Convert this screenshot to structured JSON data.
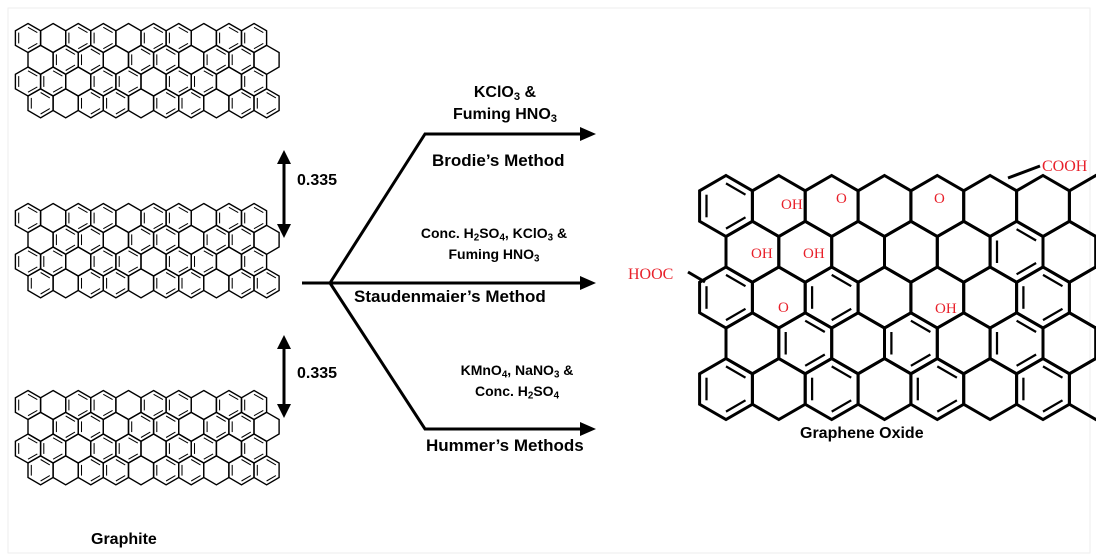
{
  "graphite": {
    "caption": "Graphite",
    "interlayer_distance_1": "0.335",
    "interlayer_distance_2": "0.335"
  },
  "methods": [
    {
      "name": "Brodie’s Method",
      "reagent_line1": [
        "KClO",
        "3",
        " &"
      ],
      "reagent_line2": [
        "Fuming HNO",
        "3",
        ""
      ]
    },
    {
      "name": "Staudenmaier’s Method",
      "reagent_line1": [
        "Conc. H",
        "2",
        "SO",
        "4",
        ", KClO",
        "3",
        " &"
      ],
      "reagent_line2": [
        "Fuming HNO",
        "3",
        ""
      ]
    },
    {
      "name": "Hummer’s Methods",
      "reagent_line1": [
        "KMnO",
        "4",
        ", NaNO",
        "3",
        " &"
      ],
      "reagent_line2": [
        "Conc. H",
        "2",
        "SO",
        "4",
        ""
      ]
    }
  ],
  "graphene_oxide": {
    "caption": "Graphene Oxide",
    "groups": {
      "cooh": "COOH",
      "hooc": "HOOC",
      "oh": "OH",
      "epoxy": "O"
    },
    "group_color": "#e8202a"
  },
  "colors": {
    "ink": "#000000",
    "background": "#ffffff",
    "functional_group": "#e8202a"
  }
}
